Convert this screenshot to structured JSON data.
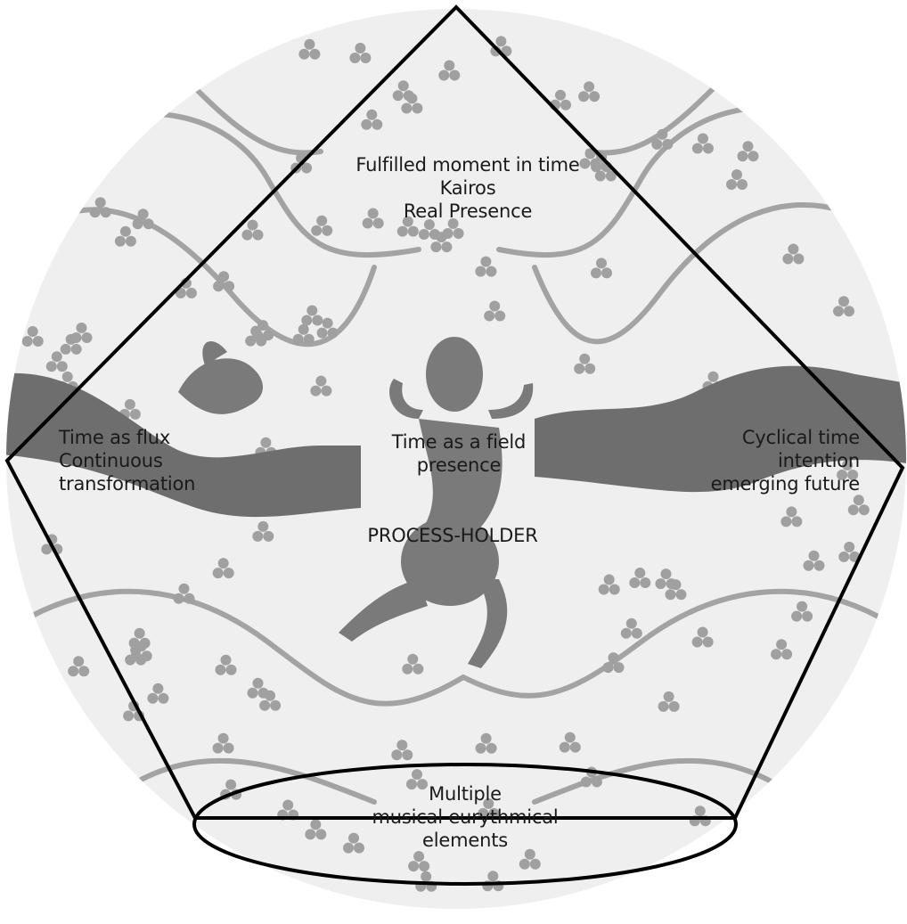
{
  "colors": {
    "background_disc": "#ededed",
    "vine": "#9a9a9a",
    "figure": "#767676",
    "ribbon": "#6c6c6c",
    "outline": "#000000",
    "text": "#1a1a1a"
  },
  "top_vertex": {
    "lines": [
      "Fulfilled moment in time",
      "Kairos",
      "Real Presence"
    ]
  },
  "left_vertex": {
    "lines": [
      "Time as flux",
      "Continuous",
      "transformation"
    ]
  },
  "right_vertex": {
    "lines": [
      "Cyclical time",
      "intention",
      "emerging future"
    ]
  },
  "center": {
    "lines": [
      "Time as a field",
      "presence"
    ],
    "role": "PROCESS-HOLDER"
  },
  "base_ellipse": {
    "lines": [
      "Multiple",
      "musical eurythmical",
      "elements"
    ]
  }
}
